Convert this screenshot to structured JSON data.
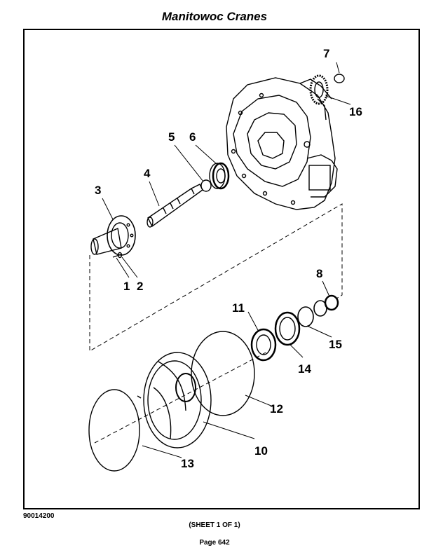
{
  "header": {
    "title": "Manitowoc Cranes"
  },
  "diagram": {
    "callouts": [
      "1",
      "2",
      "3",
      "4",
      "5",
      "6",
      "7",
      "8",
      "10",
      "11",
      "12",
      "13",
      "14",
      "15",
      "16"
    ]
  },
  "footer": {
    "figure_id": "90014200",
    "sheet": "(SHEET 1 OF 1)",
    "page": "Page 642"
  }
}
